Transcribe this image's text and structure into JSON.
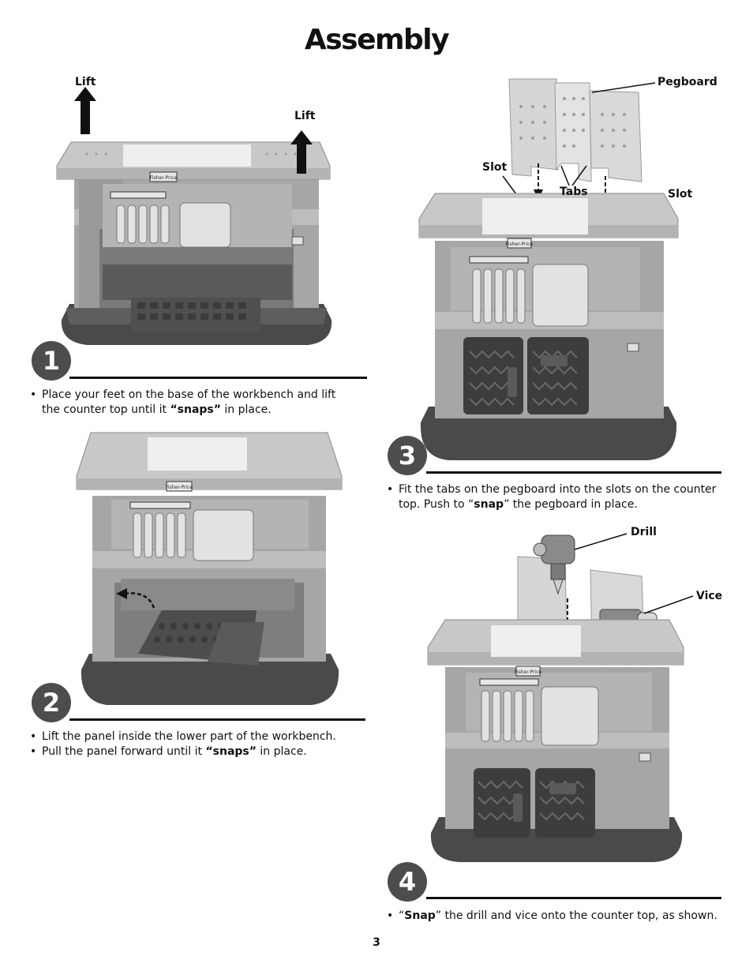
{
  "page": {
    "title": "Assembly",
    "page_number": "3"
  },
  "steps": [
    {
      "number": "1",
      "callouts": [
        "Lift",
        "Lift"
      ],
      "bullets": [
        {
          "before": "Place your feet on the base of the workbench and lift the counter top until it ",
          "bold": "“snaps”",
          "after": " in place."
        }
      ]
    },
    {
      "number": "2",
      "bullets": [
        {
          "before": "Lift the panel inside the lower part of the workbench.",
          "bold": "",
          "after": ""
        },
        {
          "before": "Pull the panel forward until it ",
          "bold": "“snaps”",
          "after": " in place."
        }
      ]
    },
    {
      "number": "3",
      "callouts": [
        "Pegboard",
        "Slot",
        "Tabs",
        "Slot"
      ],
      "bullets": [
        {
          "before": "Fit the tabs on the pegboard into the slots on the counter top. Push to “",
          "bold": "snap",
          "after": "” the pegboard in place."
        }
      ]
    },
    {
      "number": "4",
      "callouts": [
        "Drill",
        "Vice"
      ],
      "bullets": [
        {
          "before": "“",
          "bold": "Snap",
          "after": "” the drill and vice onto the counter top, as shown."
        }
      ]
    }
  ],
  "brand_plate": "Fisher-Price",
  "icons": [
    "up-arrow-icon",
    "curved-arrow-icon",
    "down-arrow-icon"
  ],
  "colors": {
    "workbench_light": "#c8c8c8",
    "workbench_mid": "#a6a6a6",
    "workbench_dark": "#6e6e6e",
    "base": "#4a4a4a",
    "step_circle": "#4d4d4d",
    "rule": "#111111"
  }
}
